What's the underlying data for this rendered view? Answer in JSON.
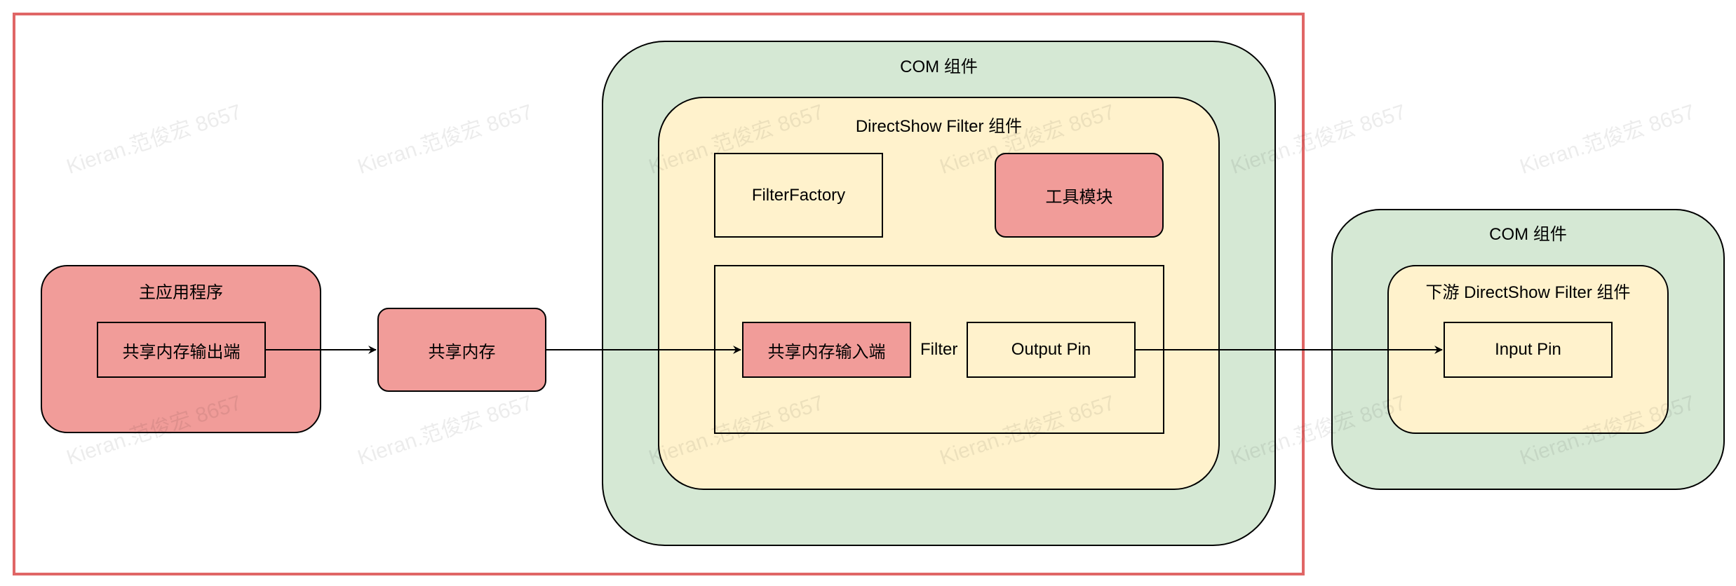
{
  "colors": {
    "outer_frame": "#e06666",
    "com_group": "#d5e8d4",
    "filter_group": "#fff2cc",
    "highlight": "#f19c99"
  },
  "main_app": {
    "title": "主应用程序",
    "output_box": "共享内存输出端"
  },
  "shared_memory": "共享内存",
  "com_left": {
    "title": "COM 组件",
    "filter_group": {
      "title": "DirectShow Filter 组件",
      "filter_factory": "FilterFactory",
      "tool_module": "工具模块",
      "filter": {
        "input_box": "共享内存输入端",
        "label": "Filter",
        "output_pin": "Output Pin"
      }
    }
  },
  "com_right": {
    "title": "COM 组件",
    "downstream": {
      "title": "下游 DirectShow Filter 组件",
      "input_pin": "Input Pin"
    }
  },
  "watermark": "Kieran.范俊宏 8657"
}
